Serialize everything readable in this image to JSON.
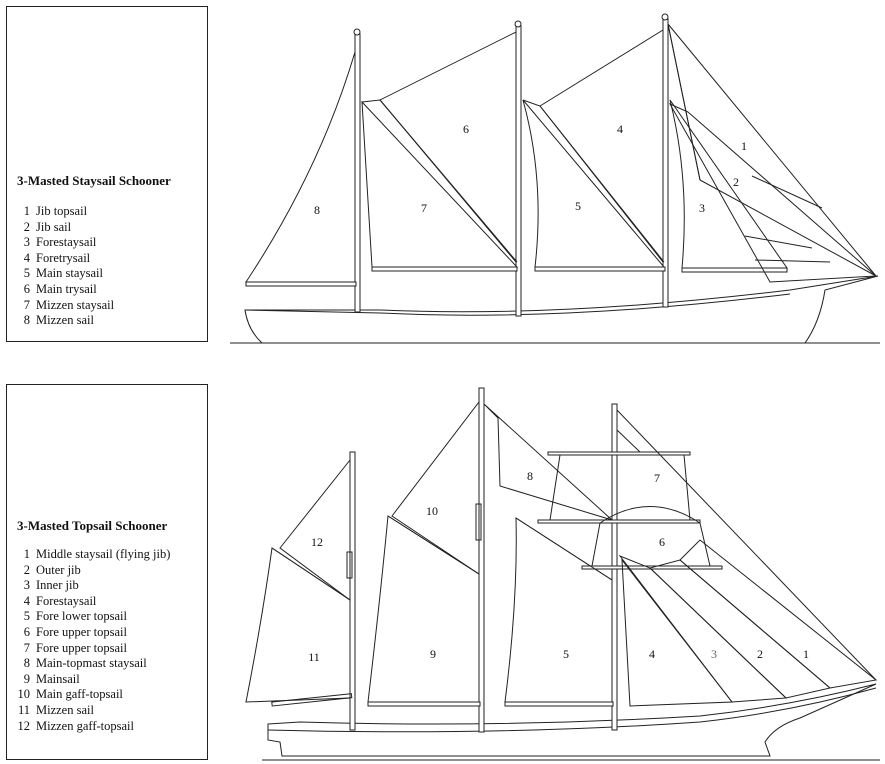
{
  "staysail": {
    "title": "3-Masted Staysail Schooner",
    "items": [
      {
        "num": "1",
        "label": "Jib topsail"
      },
      {
        "num": "2",
        "label": "Jib sail"
      },
      {
        "num": "3",
        "label": "Forestaysail"
      },
      {
        "num": "4",
        "label": "Foretrysail"
      },
      {
        "num": "5",
        "label": "Main staysail"
      },
      {
        "num": "6",
        "label": "Main trysail"
      },
      {
        "num": "7",
        "label": "Mizzen staysail"
      },
      {
        "num": "8",
        "label": "Mizzen sail"
      }
    ],
    "sail_labels": [
      "1",
      "2",
      "3",
      "4",
      "5",
      "6",
      "7",
      "8"
    ]
  },
  "topsail": {
    "title": "3-Masted Topsail Schooner",
    "items": [
      {
        "num": "1",
        "label": "Middle staysail (flying jib)"
      },
      {
        "num": "2",
        "label": "Outer jib"
      },
      {
        "num": "3",
        "label": "Inner jib"
      },
      {
        "num": "4",
        "label": "Forestaysail"
      },
      {
        "num": "5",
        "label": "Fore lower topsail"
      },
      {
        "num": "6",
        "label": "Fore upper topsail"
      },
      {
        "num": "7",
        "label": "Fore upper topsail"
      },
      {
        "num": "8",
        "label": "Main-topmast staysail"
      },
      {
        "num": "9",
        "label": "Mainsail"
      },
      {
        "num": "10",
        "label": "Main gaff-topsail"
      },
      {
        "num": "11",
        "label": "Mizzen sail"
      },
      {
        "num": "12",
        "label": "Mizzen gaff-topsail"
      }
    ],
    "sail_labels": [
      "1",
      "2",
      "3",
      "4",
      "5",
      "6",
      "7",
      "8",
      "9",
      "10",
      "11",
      "12"
    ]
  }
}
